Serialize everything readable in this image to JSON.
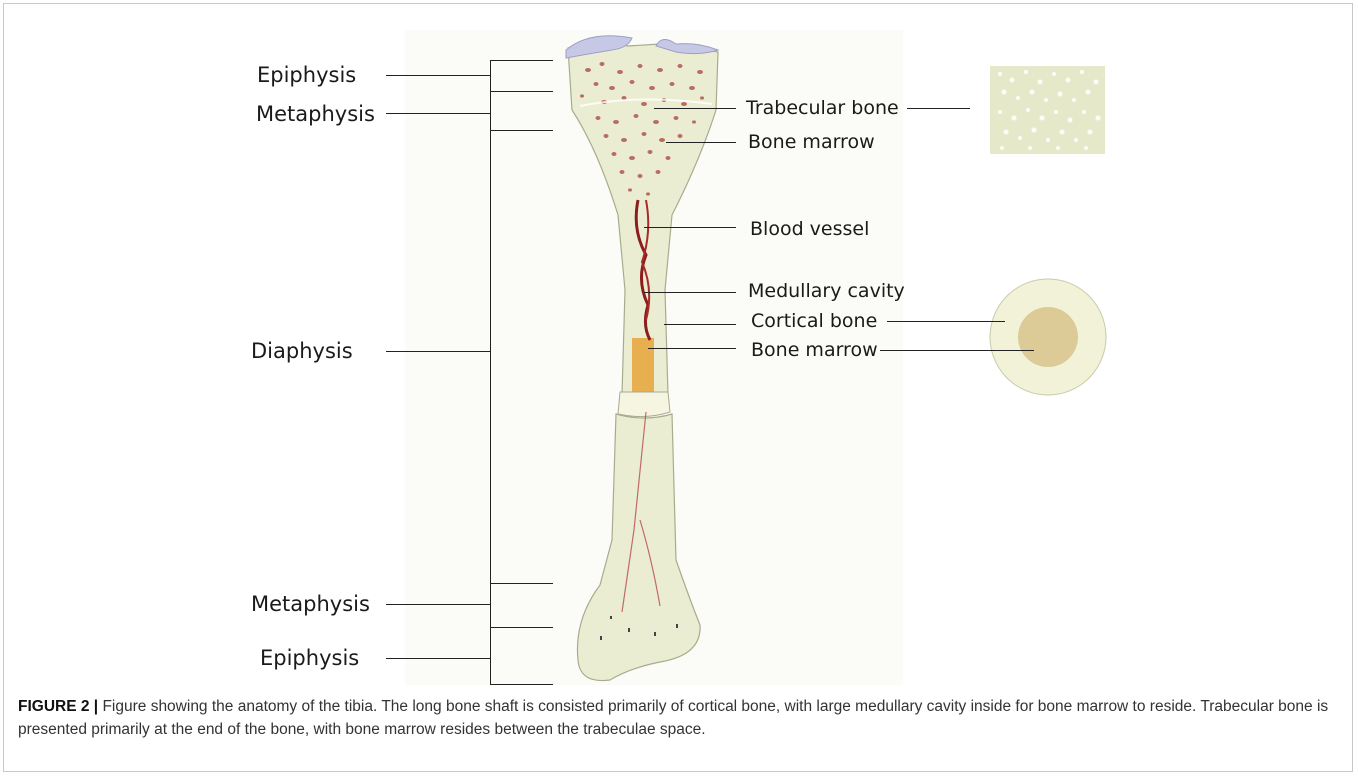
{
  "diagram": {
    "left_labels": {
      "epiphysis_top": "Epiphysis",
      "metaphysis_top": "Metaphysis",
      "diaphysis": "Diaphysis",
      "metaphysis_bottom": "Metaphysis",
      "epiphysis_bottom": "Epiphysis"
    },
    "right_labels": {
      "trabecular_bone": "Trabecular bone",
      "bone_marrow_top": "Bone marrow",
      "blood_vessel": "Blood vessel",
      "medullary_cavity": "Medullary cavity",
      "cortical_bone": "Cortical bone",
      "bone_marrow_mid": "Bone marrow"
    },
    "colors": {
      "bone": "#ebedd2",
      "bone_outline": "#a9ab8e",
      "cartilage": "#c7c8e6",
      "trabecular_spots": "#a8433f",
      "vessel": "#8b1d1d",
      "marrow": "#e8a33a",
      "cross_section_outer": "#f1f2d8",
      "cross_section_inner": "#dccb97",
      "line": "#222222"
    }
  },
  "caption": {
    "figure_label": "FIGURE 2 |",
    "text": " Figure showing the anatomy of the tibia. The long bone shaft is consisted primarily of cortical bone, with large medullary cavity inside for bone marrow to reside. Trabecular bone is presented primarily at the end of the bone, with bone marrow resides between the trabeculae space."
  }
}
